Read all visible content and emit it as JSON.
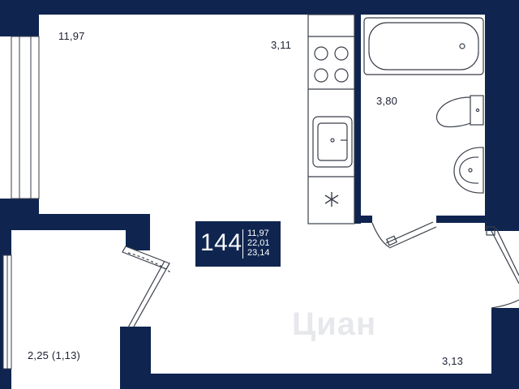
{
  "plan": {
    "wall_color": "#0f2550",
    "fixture_color": "#3a3f4a",
    "rooms": [
      {
        "name": "living-room",
        "area": "11,97"
      },
      {
        "name": "kitchen",
        "area": "3,11"
      },
      {
        "name": "bathroom",
        "area": "3,80"
      },
      {
        "name": "loggia",
        "area": "2,25 (1,13)"
      },
      {
        "name": "hallway",
        "area": "3,13"
      }
    ],
    "icons": [
      "stove-icon",
      "sink-icon",
      "refrigerator-snowflake-icon",
      "bathtub-icon",
      "toilet-icon",
      "washbasin-icon"
    ]
  },
  "badge": {
    "apartment_number": "144",
    "living_area": "11,97",
    "room_total": "22,01",
    "total_area": "23,14",
    "color": "#0f2550"
  },
  "watermark": {
    "text": "Циан"
  }
}
